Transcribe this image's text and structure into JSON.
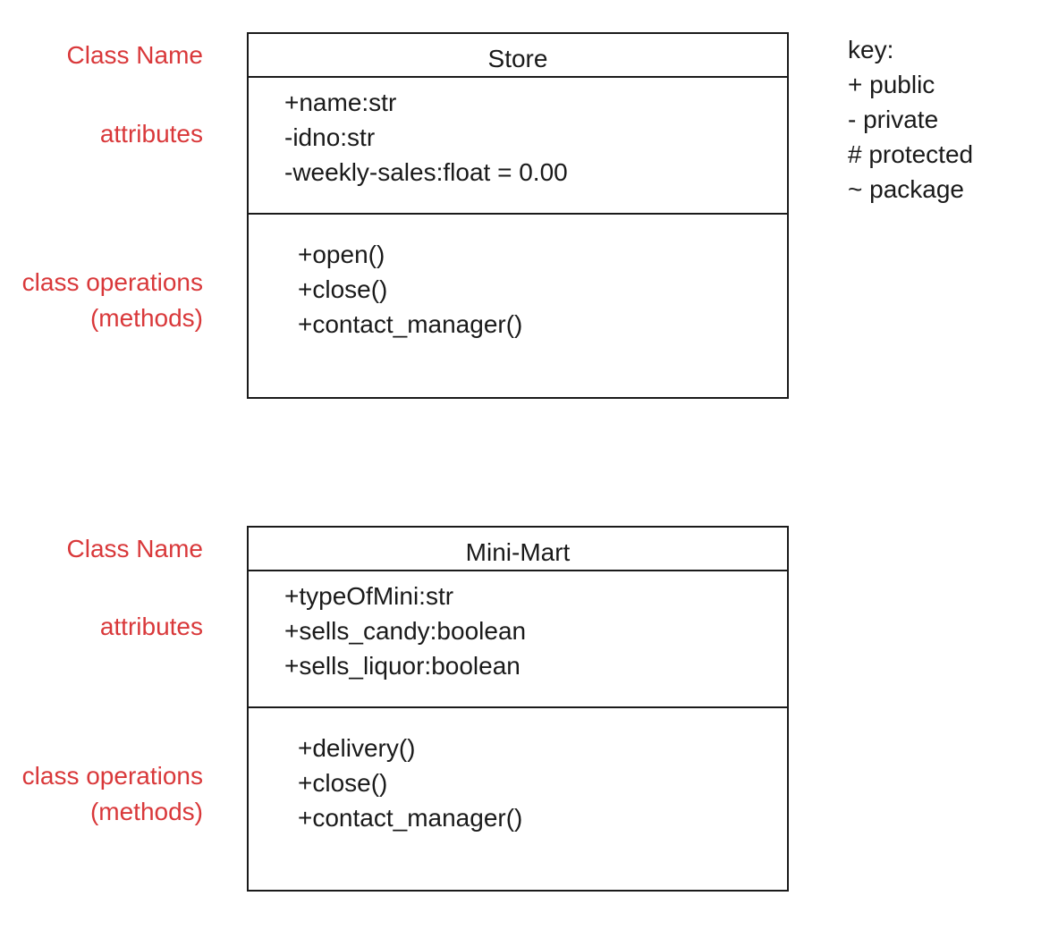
{
  "labels": {
    "class_name": "Class Name",
    "attributes": "attributes",
    "operations_line1": "class operations",
    "operations_line2": "(methods)"
  },
  "classes": [
    {
      "name": "Store",
      "attributes": [
        "+name:str",
        "-idno:str",
        "-weekly-sales:float = 0.00"
      ],
      "operations": [
        "+open()",
        "+close()",
        "+contact_manager()"
      ]
    },
    {
      "name": "Mini-Mart",
      "attributes": [
        "+typeOfMini:str",
        "+sells_candy:boolean",
        "+sells_liquor:boolean"
      ],
      "operations": [
        "+delivery()",
        "+close()",
        "+contact_manager()"
      ]
    }
  ],
  "key": {
    "title": "key:",
    "items": [
      "+ public",
      "-  private",
      "#  protected",
      "~ package"
    ]
  },
  "colors": {
    "label": "#d9383a",
    "text": "#1a1a1a",
    "border": "#1a1a1a"
  }
}
